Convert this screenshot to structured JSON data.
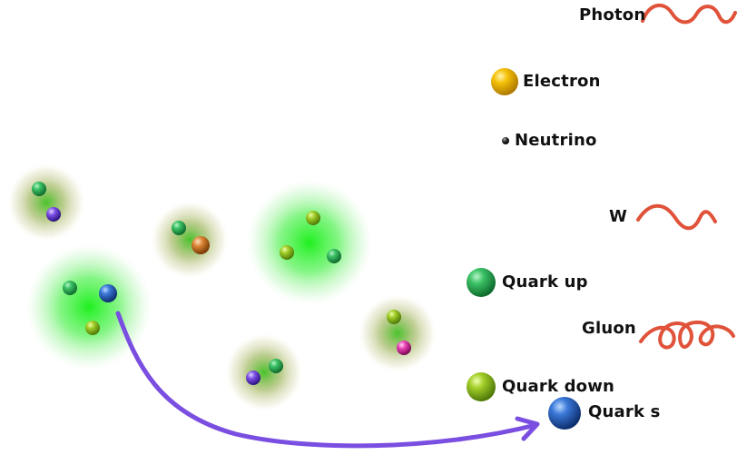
{
  "legend": {
    "photon": "Photon",
    "electron": "Electron",
    "neutrino": "Neutrino",
    "w": "W",
    "quark_up": "Quark up",
    "gluon": "Gluon",
    "quark_down": "Quark down",
    "quark_s": "Quark s"
  },
  "colors": {
    "quark_up": "#22a64a",
    "quark_down": "#8cbf1a",
    "quark_s": "#2a5fbf",
    "electron": "#f2b800",
    "neutrino": "#222222",
    "boson_wave": "#e0523a",
    "arrow": "#7a4ee0",
    "glow_bright": "#21f021",
    "glow_olive": "#7f9a2a",
    "quark_purple": "#6a3fd8",
    "quark_orange": "#d5772a",
    "quark_magenta": "#e63fb0"
  },
  "particles": [
    {
      "kind": "hadron",
      "glow": "olive",
      "quarks": [
        "up",
        "purple"
      ]
    },
    {
      "kind": "hadron",
      "glow": "bright",
      "quarks": [
        "up",
        "s",
        "down"
      ]
    },
    {
      "kind": "hadron",
      "glow": "olive",
      "quarks": [
        "up",
        "orange"
      ]
    },
    {
      "kind": "hadron",
      "glow": "bright",
      "quarks": [
        "down",
        "down",
        "up"
      ]
    },
    {
      "kind": "hadron",
      "glow": "olive",
      "quarks": [
        "purple",
        "up"
      ]
    },
    {
      "kind": "hadron",
      "glow": "olive",
      "quarks": [
        "down",
        "magenta"
      ]
    }
  ]
}
